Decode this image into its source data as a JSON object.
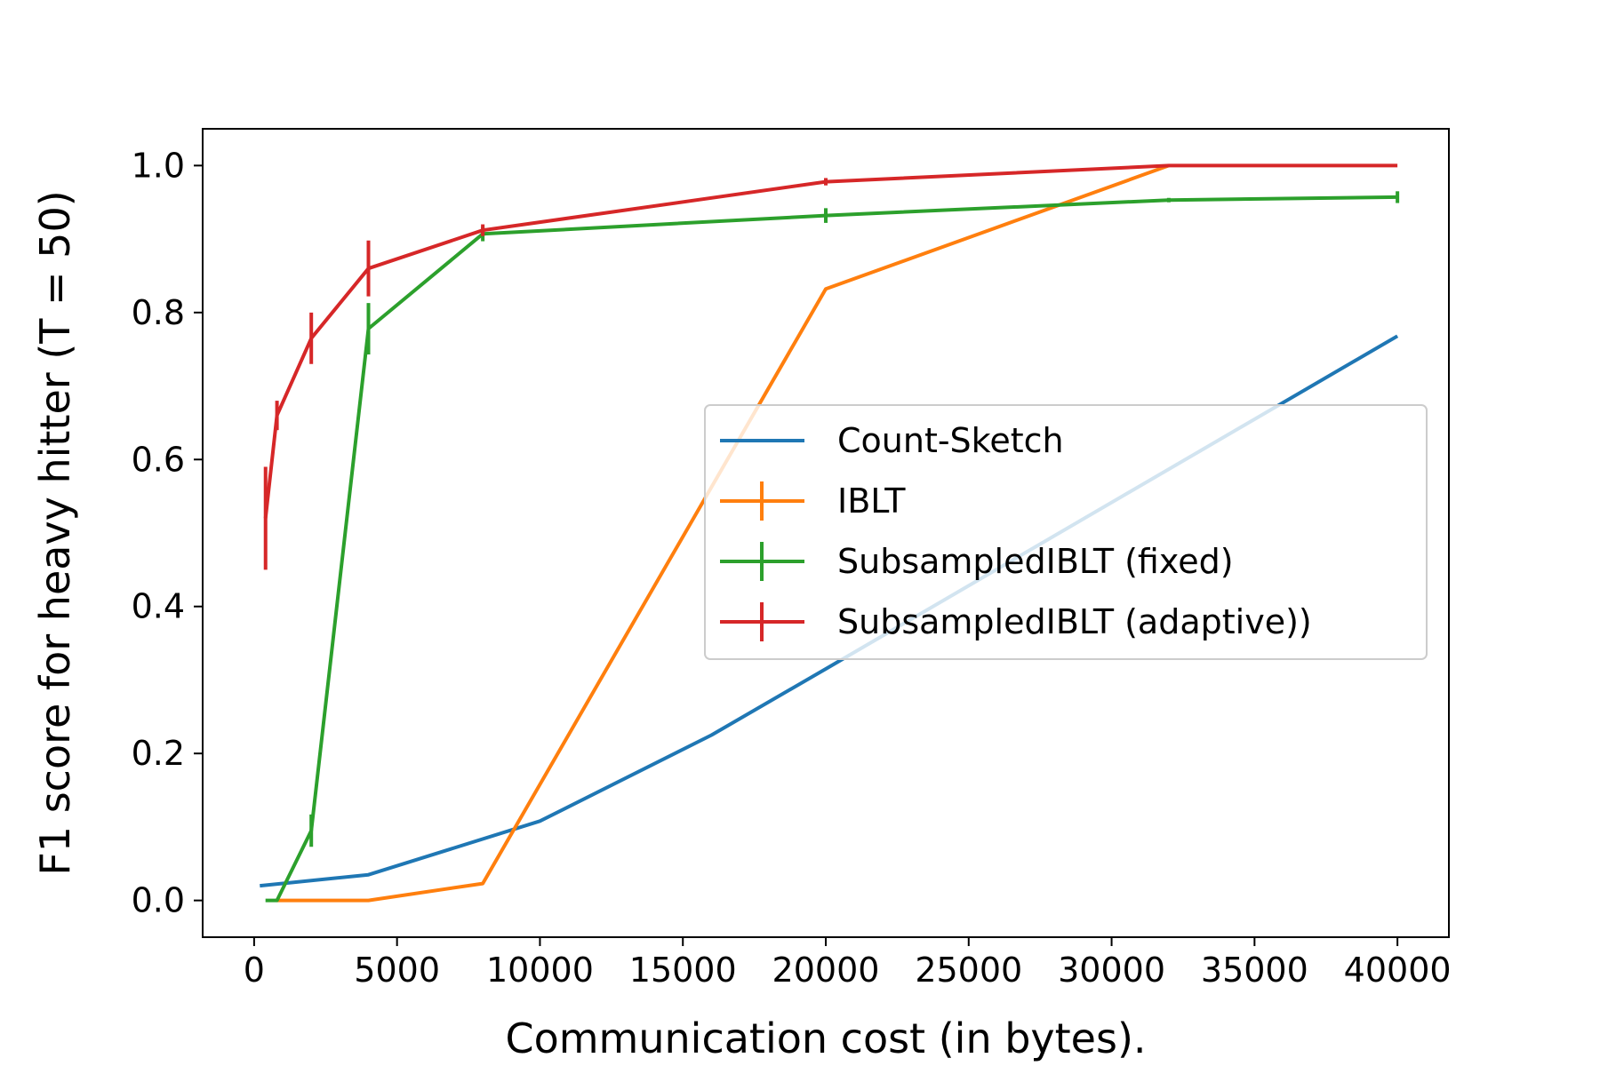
{
  "chart_data": {
    "type": "line",
    "title": "",
    "xlabel": "Communication cost (in bytes).",
    "ylabel": "F1 score for heavy hitter (T = 50)",
    "xlim": [
      -1800,
      41800
    ],
    "ylim": [
      -0.05,
      1.05
    ],
    "xticks": [
      0,
      5000,
      10000,
      15000,
      20000,
      25000,
      30000,
      35000,
      40000
    ],
    "xtick_labels": [
      "0",
      "5000",
      "10000",
      "15000",
      "20000",
      "25000",
      "30000",
      "35000",
      "40000"
    ],
    "yticks": [
      0.0,
      0.2,
      0.4,
      0.6,
      0.8,
      1.0
    ],
    "ytick_labels": [
      "0.0",
      "0.2",
      "0.4",
      "0.6",
      "0.8",
      "1.0"
    ],
    "grid": false,
    "legend_position": "center-right",
    "series": [
      {
        "name": "Count-Sketch",
        "color": "#1f77b4",
        "error_bars": false,
        "x": [
          200,
          4000,
          10000,
          16000,
          20000,
          40000
        ],
        "y": [
          0.02,
          0.035,
          0.108,
          0.225,
          0.315,
          0.768
        ],
        "err": [
          0,
          0,
          0,
          0,
          0,
          0
        ]
      },
      {
        "name": "IBLT",
        "color": "#ff7f0e",
        "error_bars": true,
        "x": [
          800,
          4000,
          8000,
          20000,
          32000
        ],
        "y": [
          0.0,
          0.0,
          0.023,
          0.832,
          1.0
        ],
        "err": [
          0,
          0,
          0,
          0,
          0
        ]
      },
      {
        "name": "SubsampledIBLT (fixed)",
        "color": "#2ca02c",
        "error_bars": true,
        "x": [
          400,
          800,
          2000,
          4000,
          8000,
          20000,
          32000,
          40000
        ],
        "y": [
          0.0,
          0.0,
          0.095,
          0.778,
          0.907,
          0.932,
          0.953,
          0.957
        ],
        "err": [
          0,
          0,
          0.022,
          0.035,
          0.01,
          0.01,
          0.003,
          0.008
        ]
      },
      {
        "name": "SubsampledIBLT (adaptive))",
        "color": "#d62728",
        "error_bars": true,
        "x": [
          400,
          800,
          2000,
          4000,
          8000,
          20000,
          32000,
          40000
        ],
        "y": [
          0.52,
          0.66,
          0.765,
          0.86,
          0.912,
          0.978,
          1.0,
          1.0
        ],
        "err": [
          0.07,
          0.02,
          0.035,
          0.038,
          0.008,
          0.005,
          0,
          0
        ]
      }
    ]
  }
}
